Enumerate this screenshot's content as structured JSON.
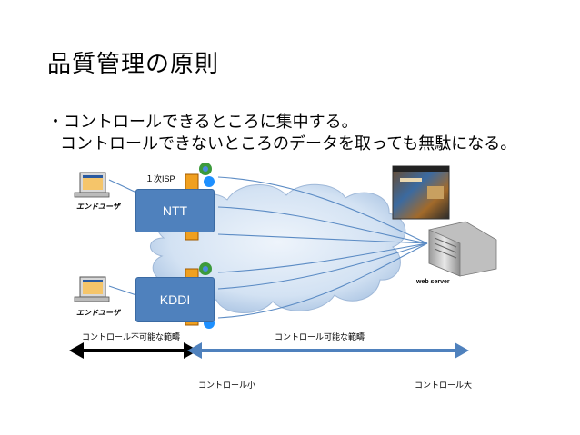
{
  "title": "品質管理の原則",
  "bullets": [
    "・コントロールできるところに集中する。",
    "コントロールできないところのデータを取っても無駄になる。"
  ],
  "diagram": {
    "isp_label": "１次ISP",
    "isp1_name": "NTT",
    "isp2_name": "KDDI",
    "end_user_label": "エンドユーザ",
    "server_label": "web server",
    "range_uncontrollable": "コントロール不可能な範疇",
    "range_controllable": "コントロール可能な範疇",
    "control_small": "コントロール小",
    "control_large": "コントロール大"
  },
  "colors": {
    "isp_box": "#4f81bd",
    "controllable_arrow": "#4f81bd",
    "uncontrollable_arrow": "#000000",
    "cloud": "#c6d9f1"
  }
}
